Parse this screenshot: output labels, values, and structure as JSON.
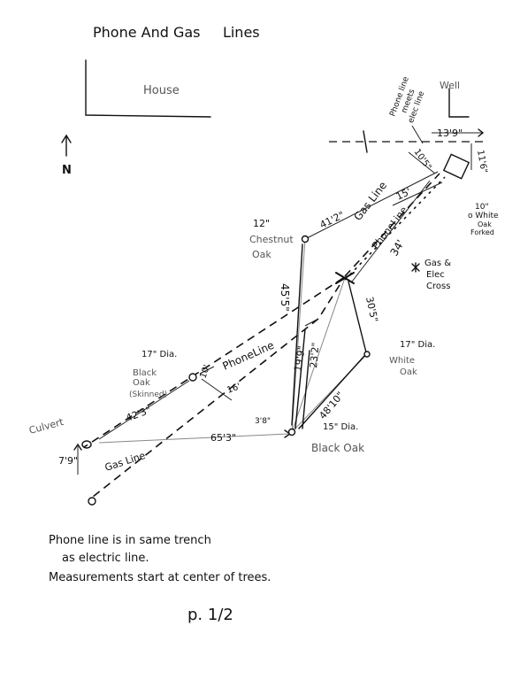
{
  "title": "Phone And Gas     Lines",
  "north": {
    "arrow": "↑",
    "label": "N"
  },
  "house": {
    "label": "House"
  },
  "well": {
    "label": "Well"
  },
  "meet_label": [
    "Phone line",
    "meets",
    "elec line"
  ],
  "trees": {
    "chestnut_oak": [
      "12\"",
      "Chestnut",
      "Oak"
    ],
    "black_oak_17": [
      "17\" Dia.",
      "Black",
      "Oak",
      "(Skinned)"
    ],
    "white_oak_17": [
      "17\" Dia.",
      "White",
      "Oak"
    ],
    "black_oak_15": [
      "15\" Dia.",
      "Black Oak"
    ],
    "white_oak_10": [
      "10\"",
      "White",
      "Oak",
      "Forked"
    ],
    "culvert": "Culvert"
  },
  "cross_label": [
    "Gas &",
    "Elec",
    "Cross"
  ],
  "lines": {
    "gas": "Gas Line",
    "phone": "PhoneLine"
  },
  "measurements": {
    "m13_9": "13'9\"",
    "m11_6": "11'6\"",
    "m10_5": "10'5\"",
    "m15": "15'",
    "m41_2": "41'2\"",
    "m34": "34'",
    "m45_5": "45'5\"",
    "m30_5": "30'5\"",
    "m19_9": "19'9\"",
    "m23_2": "23'2\"",
    "m48_10": "48'10\"",
    "m10": "10'",
    "m16": "16'",
    "m42_3": "42'3\"",
    "m65_3": "65'3\"",
    "m7_9": "7'9\"",
    "m3_8": "3'8\""
  },
  "notes": [
    "Phone line is in same trench",
    "as electric line.",
    "Measurements start at center of trees."
  ],
  "page": "p. 1/2"
}
